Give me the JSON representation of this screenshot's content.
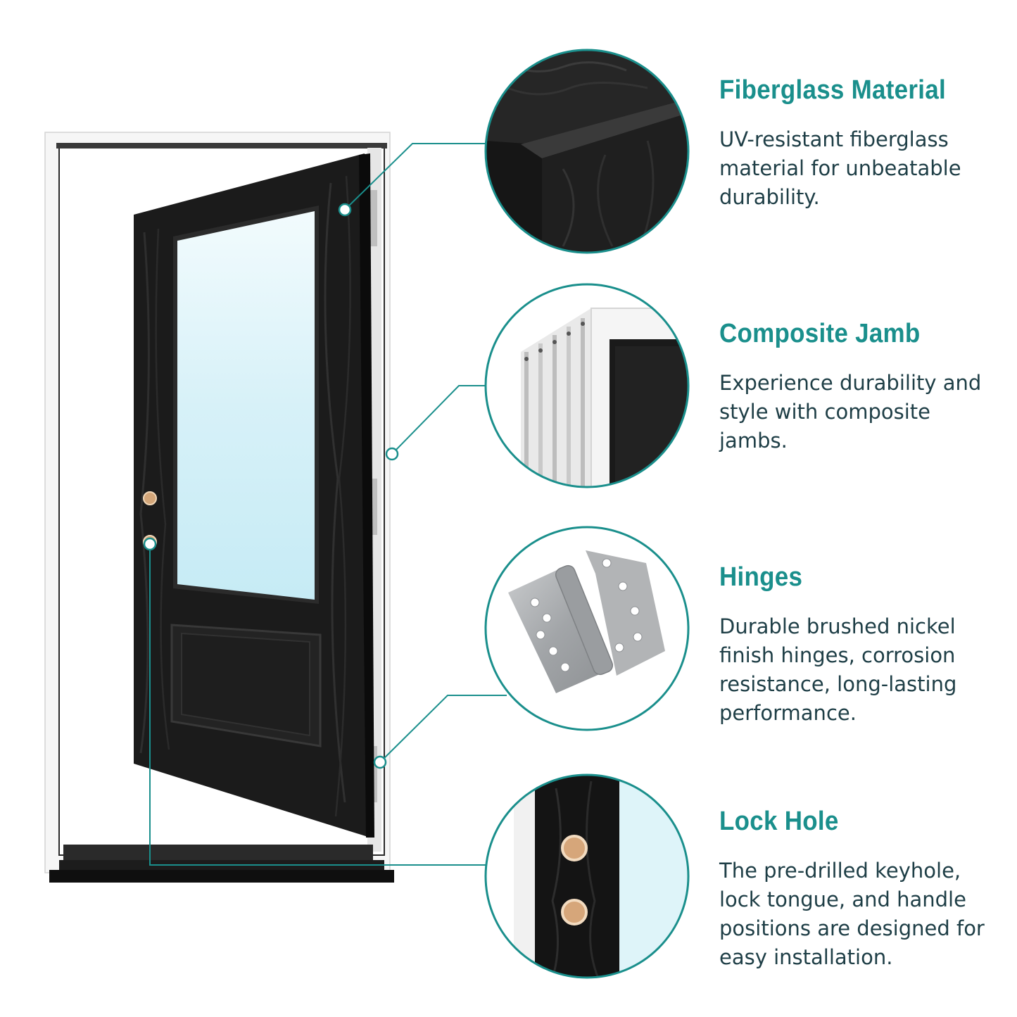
{
  "features": [
    {
      "title": "Fiberglass Material",
      "description": "UV-resistant fiberglass material for unbeatable durability."
    },
    {
      "title": "Composite Jamb",
      "description": "Experience durability and style with composite jambs."
    },
    {
      "title": "Hinges",
      "description": "Durable brushed nickel finish hinges, corrosion resistance, long-lasting performance."
    },
    {
      "title": "Lock Hole",
      "description": "The pre-drilled keyhole, lock tongue, and handle positions are designed for easy installation."
    }
  ],
  "colors": {
    "accent": "#1a8f8c",
    "door": "#1b1b1b",
    "glass": "#d9f3f9",
    "jamb": "#f4f4f4",
    "text": "#1e3e46",
    "hinge": "#a7a9ab"
  },
  "icons": [
    "fiberglass-closeup-icon",
    "composite-jamb-icon",
    "hinge-icon",
    "lock-hole-icon"
  ]
}
